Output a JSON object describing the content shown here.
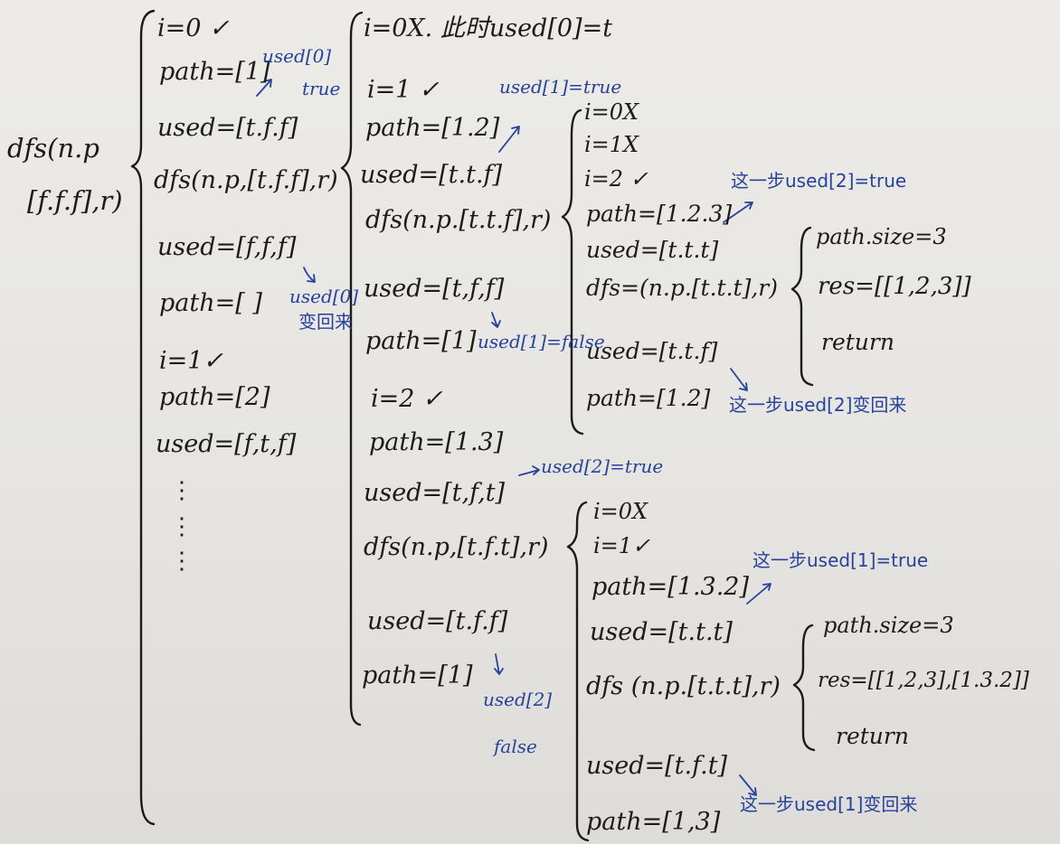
{
  "root": {
    "call_line1": "dfs(n.p",
    "call_line2": "[f.f.f],r)"
  },
  "level1": [
    "i=0 ✓",
    "path=[1]",
    "used=[t.f.f]",
    "dfs(n.p,[t.f.f],r)",
    "used=[f,f,f]",
    "path=[ ]",
    "i=1✓",
    "path=[2]",
    "used=[f,t,f]"
  ],
  "level1_dots": "⋮",
  "level2a": [
    "i=0X. 此时used[0]=t",
    "i=1 ✓",
    "path=[1.2]",
    "used=[t.t.f]",
    "dfs(n.p.[t.t.f],r)",
    "used=[t,f,f]",
    "path=[1]"
  ],
  "level2b": [
    "i=2 ✓",
    "path=[1.3]",
    "used=[t,f,t]",
    "dfs(n.p,[t.f.t],r)",
    "used=[t.f.f]",
    "path=[1]"
  ],
  "level3a": [
    "i=0X",
    "i=1X",
    "i=2 ✓",
    "path=[1.2.3]",
    "used=[t.t.t]",
    "dfs=(n.p.[t.t.t],r)",
    "used=[t.t.f]",
    "path=[1.2]"
  ],
  "level3b": [
    "i=0X",
    "i=1✓",
    "path=[1.3.2]",
    "used=[t.t.t]",
    "dfs (n.p.[t.t.t],r)",
    "used=[t.f.t]",
    "path=[1,3]"
  ],
  "level4a": [
    "path.size=3",
    "res=[[1,2,3]]",
    "return"
  ],
  "level4b": [
    "path.size=3",
    "res=[[1,2,3],[1.3.2]]",
    "return"
  ],
  "notes": {
    "n1_used0": "used[0]",
    "n1_true": "true",
    "n2_used0": "used[0]",
    "n2_restore": "变回来",
    "n3": "used[1]=true",
    "n4": "used[1]=false",
    "n5": "这一步used[2]=true",
    "n6": "这一步used[2]变回来",
    "n7": "used[2]=true",
    "n8": "这一步used[1]=true",
    "n9_used2": "used[2]",
    "n9_false": "false",
    "n10": "这一步used[1]变回来"
  },
  "colors": {
    "ink": "#1b1b1b",
    "blue_pen": "#27429a",
    "paper": "#e9e8e4"
  }
}
